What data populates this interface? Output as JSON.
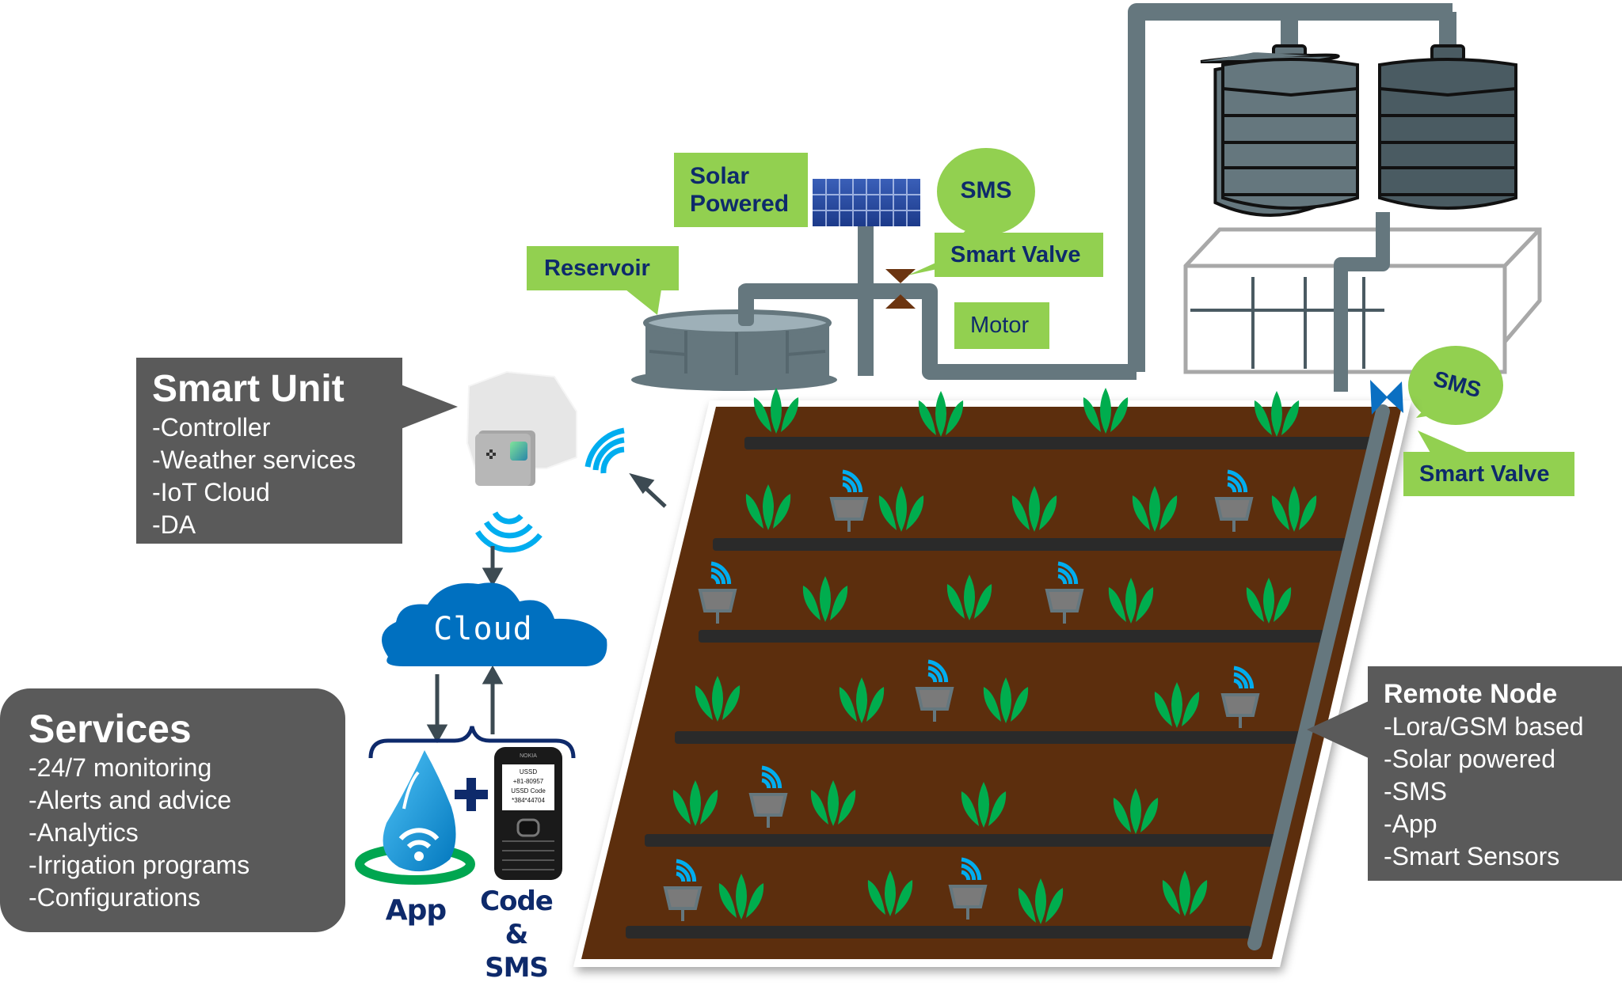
{
  "smart_unit": {
    "title": "Smart Unit",
    "items": [
      "-Controller",
      "-Weather services",
      "-IoT Cloud",
      "-DA"
    ]
  },
  "services": {
    "title": "Services",
    "items": [
      "-24/7 monitoring",
      "-Alerts and advice",
      "-Analytics",
      "-Irrigation programs",
      "-Configurations"
    ]
  },
  "remote_node": {
    "title": "Remote Node",
    "items": [
      "-Lora/GSM based",
      "-Solar powered",
      "-SMS",
      "-App",
      "-Smart Sensors"
    ]
  },
  "labels": {
    "solar_powered_line1": "Solar",
    "solar_powered_line2": "Powered",
    "sms_top": "SMS",
    "smart_valve_top": "Smart Valve",
    "reservoir": "Reservoir",
    "motor": "Motor",
    "sms_right": "SMS",
    "smart_valve_right": "Smart Valve"
  },
  "cloud": {
    "label": "Cloud"
  },
  "app": {
    "label": "App"
  },
  "code_sms": {
    "line1": "Code &",
    "line2": "SMS"
  },
  "phone": {
    "brand": "NOKIA",
    "screen_lines": [
      "USSD",
      "+81-80957",
      "USSD Code",
      "*384*44704"
    ]
  },
  "plus_symbol": "+",
  "colors": {
    "label_green": "#92d050",
    "label_text_navy": "#0e2a6b",
    "dark_box": "#5a5a5a",
    "soil_brown": "#5c2e07",
    "pipe_gray": "#65777e",
    "drip_line": "#2a2a2a",
    "plant_green": "#00ad4e",
    "wifi_blue": "#00adef",
    "cloud_blue": "#0070c0",
    "valve_blue": "#0a6fc2",
    "tank_left": "#65777e",
    "tank_right": "#4a5b62"
  }
}
